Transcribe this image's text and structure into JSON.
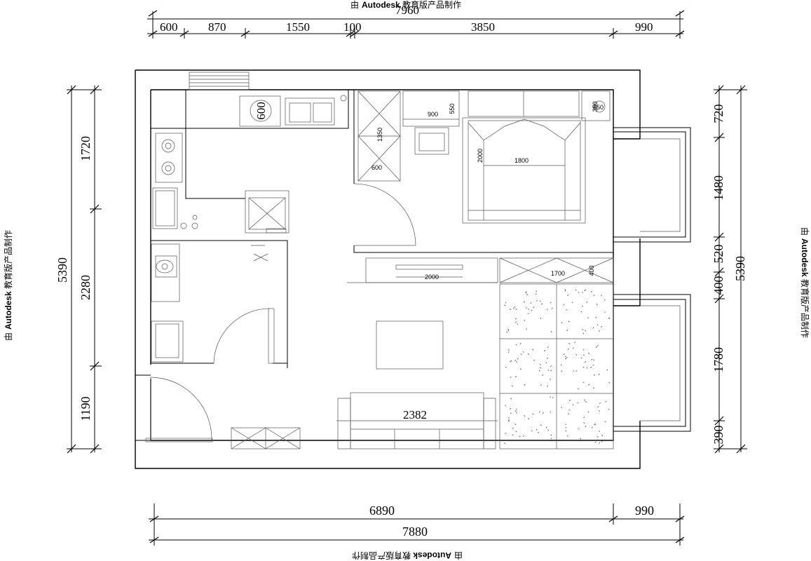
{
  "watermark": {
    "prefix": "由",
    "brand": "Autodesk",
    "suffix": "教育版产品制作"
  },
  "dimensions": {
    "top_segments": [
      "600",
      "870",
      "1550",
      "100",
      "3850",
      "990"
    ],
    "top_total": "7960",
    "bottom_inner": "6890",
    "bottom_right": "990",
    "bottom_total": "7880",
    "left_total": "5390",
    "left_segments": [
      "1720",
      "2280",
      "1190"
    ],
    "right_segments": [
      "720",
      "1480",
      "520",
      "400",
      "1780",
      "390"
    ],
    "right_total": "5390"
  },
  "furniture_labels": {
    "kitchen_cabinet": "600",
    "desk_width": "900",
    "desk_depth": "550",
    "wardrobe_height": "1350",
    "wardrobe_width": "600",
    "bed_width": "1800",
    "bed_length": "2000",
    "nightstand_a": "350",
    "nightstand_b": "350",
    "tv_cabinet": "2000",
    "tatami_width": "1700",
    "tatami_depth": "400",
    "sofa": "2382"
  },
  "colors": {
    "line": "#000000",
    "background": "#ffffff"
  }
}
